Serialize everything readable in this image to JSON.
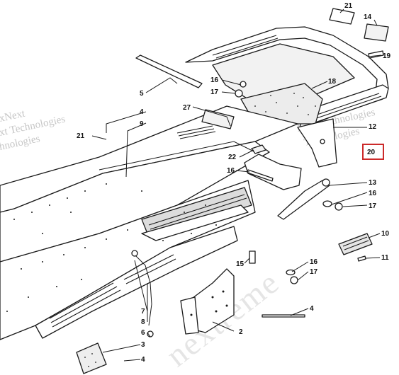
{
  "watermark": {
    "line1": "xNext",
    "line2": "xt Technologies",
    "line3": "hnologies",
    "line4": "Next Technologies",
    "line5": "Technologies",
    "big": "nextreme"
  },
  "callouts": {
    "c21_top": "21",
    "c14": "14",
    "c19": "19",
    "c18": "18",
    "c16_top": "16",
    "c17_top": "17",
    "c5": "5",
    "c4_top": "4",
    "c9": "9",
    "c21_left": "21",
    "c27": "27",
    "c12": "12",
    "c20": "20",
    "c22": "22",
    "c16_mid": "16",
    "c13": "13",
    "c16_right": "16",
    "c17_right": "17",
    "c10": "10",
    "c11": "11",
    "c15": "15",
    "c16_low": "16",
    "c17_low": "17",
    "c4_right": "4",
    "c7": "7",
    "c8": "8",
    "c6": "6",
    "c2": "2",
    "c3": "3",
    "c4_bottom": "4"
  },
  "highlight_color": "#cc2a2a"
}
